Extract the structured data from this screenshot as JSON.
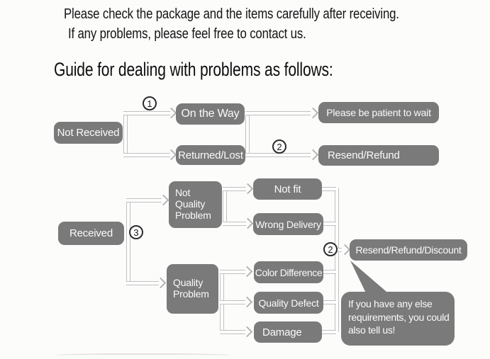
{
  "header": {
    "line1": "Please check the package and the items carefully after receiving.",
    "line2": "If any problems, please feel free to contact us.",
    "guide_title": "Guide for dealing with problems as follows:"
  },
  "colors": {
    "node_bg": "#7a7a7a",
    "node_text": "#fafafa",
    "connector": "#c0c0c0",
    "marker_ink": "#2b2b2b"
  },
  "nodes": {
    "not_received": "Not Received",
    "on_the_way": "On the Way",
    "returned_lost": "Returned/Lost",
    "please_wait": "Please be patient to wait",
    "resend_refund": "Resend/Refund",
    "received": "Received",
    "not_quality_problem": "Not Quality Problem",
    "not_fit": "Not fit",
    "wrong_delivery": "Wrong Delivery",
    "quality_problem": "Quality Problem",
    "color_difference": "Color Difference",
    "quality_defect": "Quality Defect",
    "damage": "Damage",
    "resend_refund_discount": "Resend/Refund/Discount"
  },
  "markers": {
    "step1": "1",
    "step2_top": "2",
    "step3": "3",
    "step2_bottom": "2"
  },
  "bubble": {
    "lines": [
      "If you have any else",
      "requirements, you could",
      "also tell us!"
    ]
  }
}
